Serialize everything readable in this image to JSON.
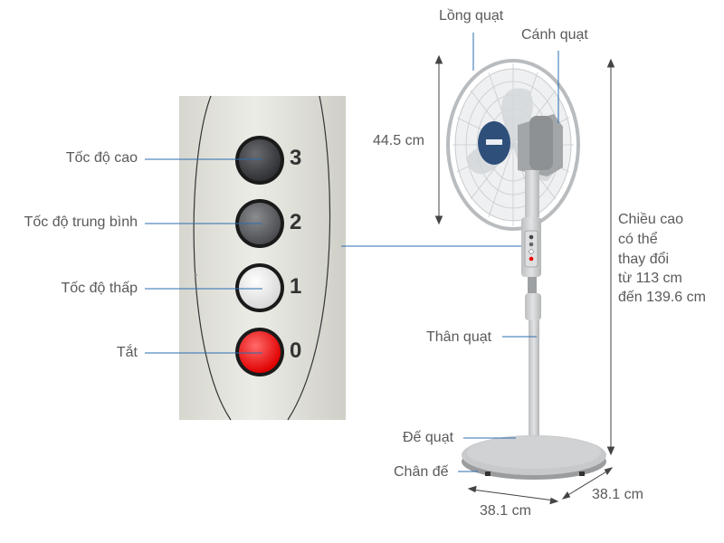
{
  "labels": {
    "cage": "Lồng quạt",
    "blade": "Cánh quạt",
    "body": "Thân quạt",
    "base": "Đế quạt",
    "feet": "Chân đế"
  },
  "buttons": [
    {
      "label": "Tốc độ cao",
      "number": "3",
      "color": "#4a4c50"
    },
    {
      "label": "Tốc độ trung bình",
      "number": "2",
      "color": "#6a6c6f"
    },
    {
      "label": "Tốc độ thấp",
      "number": "1",
      "color": "#f2f2f2"
    },
    {
      "label": "Tắt",
      "number": "0",
      "color": "#ff2a2a"
    }
  ],
  "dimensions": {
    "head_size": "44.5 cm",
    "height_lines": [
      "Chiều cao",
      "có thể",
      "thay đổi",
      "từ 113 cm",
      "đến 139.6 cm"
    ],
    "base_depth": "38.1 cm",
    "base_width": "38.1 cm"
  },
  "colors": {
    "leader_line": "#2b6cb0",
    "panel": "#e4e4dc",
    "fan_body": "#c9cbcc",
    "fan_hub": "#2e4f7a"
  }
}
